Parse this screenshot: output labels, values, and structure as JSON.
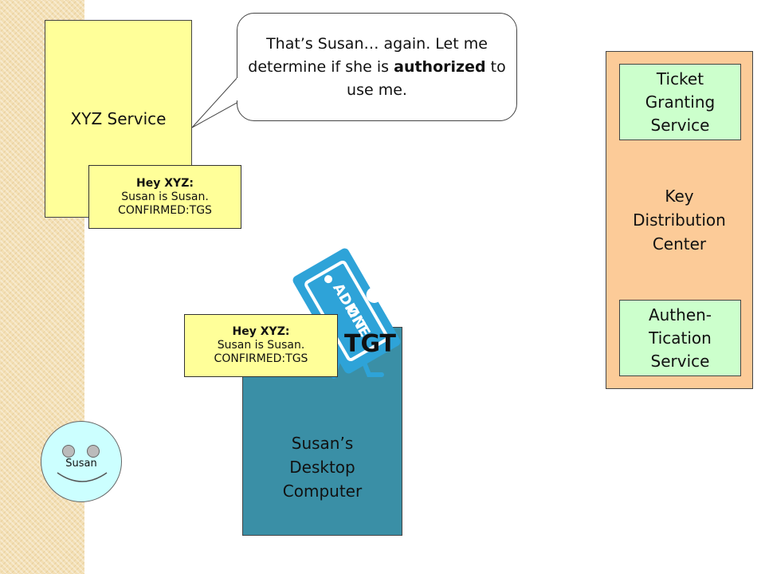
{
  "xyz_service": {
    "label": "XYZ Service"
  },
  "note_top": {
    "heading": "Hey XYZ:",
    "line1": "Susan is Susan.",
    "line2": "CONFIRMED:TGS"
  },
  "note_bottom": {
    "heading": "Hey XYZ:",
    "line1": "Susan is Susan.",
    "line2": "CONFIRMED:TGS"
  },
  "bubble": {
    "before": "That’s Susan… again.  Let me determine if she is ",
    "bold": "authorized",
    "after": " to use me."
  },
  "kdc": {
    "label": "Key\nDistribution\nCenter"
  },
  "tgs": {
    "label": "Ticket\nGranting\nService"
  },
  "auth": {
    "label": "Authen-\nTication\nService"
  },
  "desktop": {
    "label": "Susan’s\nDesktop\nComputer"
  },
  "ticket": {
    "text_line1": "ADMIT",
    "text_line2": "ONE",
    "color": "#2ea3d8",
    "icon": "ticket-icon"
  },
  "tgt_label": "TGT",
  "susan": {
    "label": "Susan"
  },
  "colors": {
    "yellow": "#ffff99",
    "teal": "#3a8fa6",
    "kdc": "#fccb98",
    "green": "#ccffcc",
    "face": "#ccffff"
  }
}
